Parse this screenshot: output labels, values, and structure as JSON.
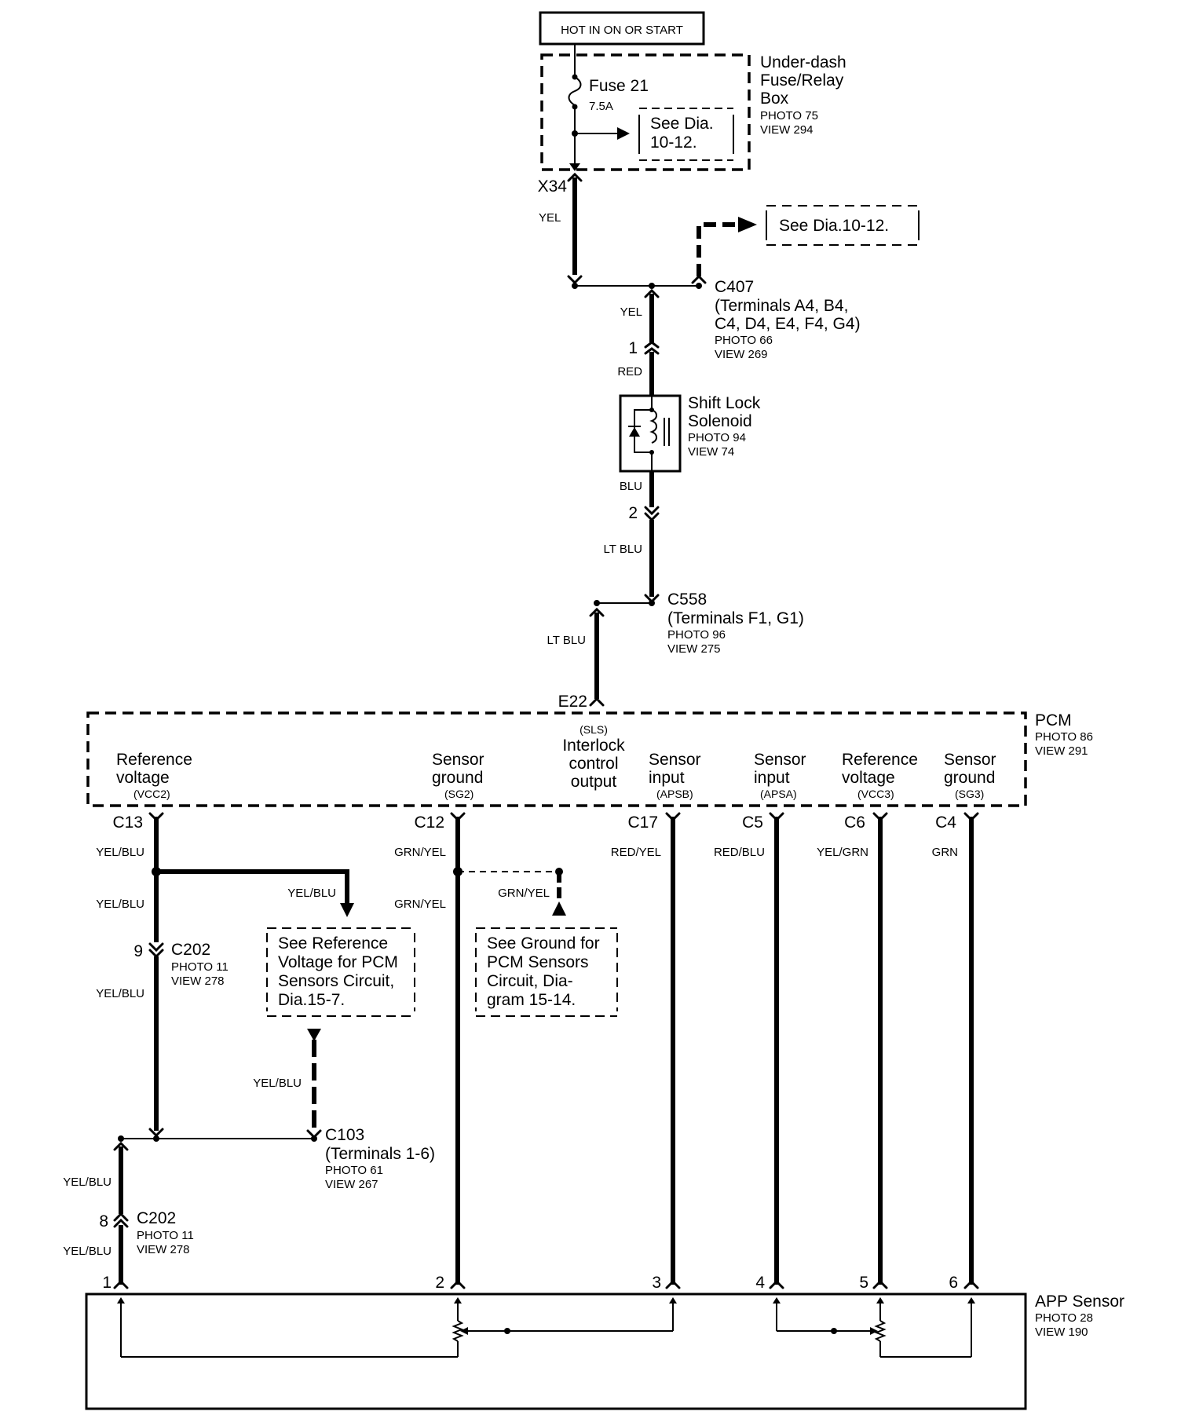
{
  "power": {
    "label": "HOT IN ON OR START"
  },
  "fuse_box": {
    "name_lines": [
      "Under-dash",
      "Fuse/Relay",
      "Box"
    ],
    "photo": "PHOTO 75",
    "view": "VIEW 294",
    "fuse_name": "Fuse 21",
    "fuse_rating": "7.5A",
    "see_lines": [
      "See Dia.",
      "10-12."
    ]
  },
  "x34": {
    "label": "X34",
    "wire": "YEL"
  },
  "see_dia_top": "See Dia.10-12.",
  "c407": {
    "label": "C407",
    "terminals_lines": [
      "(Terminals A4, B4,",
      "C4, D4, E4, F4, G4)"
    ],
    "photo": "PHOTO 66",
    "view": "VIEW 269",
    "wire": "YEL"
  },
  "solenoid": {
    "pin_top": "1",
    "wire_top": "RED",
    "name_lines": [
      "Shift Lock",
      "Solenoid"
    ],
    "photo": "PHOTO 94",
    "view": "VIEW 74",
    "wire_bottom": "BLU",
    "pin_bottom": "2",
    "wire_out": "LT BLU"
  },
  "c558": {
    "label": "C558",
    "terminals": "(Terminals F1, G1)",
    "photo": "PHOTO 96",
    "view": "VIEW 275",
    "wire": "LT BLU"
  },
  "pcm": {
    "name": "PCM",
    "photo": "PHOTO 86",
    "view": "VIEW 291",
    "e22": "E22",
    "sls": "(SLS)",
    "interlock_lines": [
      "Interlock",
      "control",
      "output"
    ],
    "terminals": [
      {
        "lines": [
          "Reference",
          "voltage"
        ],
        "sub": "(VCC2)",
        "pin": "C13",
        "wire": "YEL/BLU"
      },
      {
        "lines": [
          "Sensor",
          "ground"
        ],
        "sub": "(SG2)",
        "pin": "C12",
        "wire": "GRN/YEL"
      },
      {
        "lines": [
          "Sensor",
          "input"
        ],
        "sub": "(APSB)",
        "pin": "C17",
        "wire": "RED/YEL"
      },
      {
        "lines": [
          "Sensor",
          "input"
        ],
        "sub": "(APSA)",
        "pin": "C5",
        "wire": "RED/BLU"
      },
      {
        "lines": [
          "Reference",
          "voltage"
        ],
        "sub": "(VCC3)",
        "pin": "C6",
        "wire": "YEL/GRN"
      },
      {
        "lines": [
          "Sensor",
          "ground"
        ],
        "sub": "(SG3)",
        "pin": "C4",
        "wire": "GRN"
      }
    ]
  },
  "branch_vcc": {
    "wire_right": "YEL/BLU",
    "wire_down": "YEL/BLU",
    "see_lines": [
      "See  Reference",
      "Voltage for PCM",
      "Sensors Circuit,",
      "Dia.15-7."
    ]
  },
  "branch_sg": {
    "wire_down": "GRN/YEL",
    "wire_right": "GRN/YEL",
    "see_lines": [
      "See Ground for",
      "PCM Sensors",
      "Circuit, Dia-",
      "gram 15-14."
    ]
  },
  "c202_upper": {
    "pin": "9",
    "label": "C202",
    "photo": "PHOTO 11",
    "view": "VIEW 278",
    "wire_below": "YEL/BLU"
  },
  "c103_branch": {
    "wire": "YEL/BLU"
  },
  "c103": {
    "label": "C103",
    "terminals": "(Terminals 1-6)",
    "photo": "PHOTO 61",
    "view": "VIEW 267"
  },
  "c202_lower": {
    "wire_above": "YEL/BLU",
    "pin": "8",
    "label": "C202",
    "photo": "PHOTO 11",
    "view": "VIEW 278",
    "wire_below": "YEL/BLU"
  },
  "app_sensor": {
    "name": "APP Sensor",
    "photo": "PHOTO 28",
    "view": "VIEW 190",
    "pins": [
      "1",
      "2",
      "3",
      "4",
      "5",
      "6"
    ]
  }
}
